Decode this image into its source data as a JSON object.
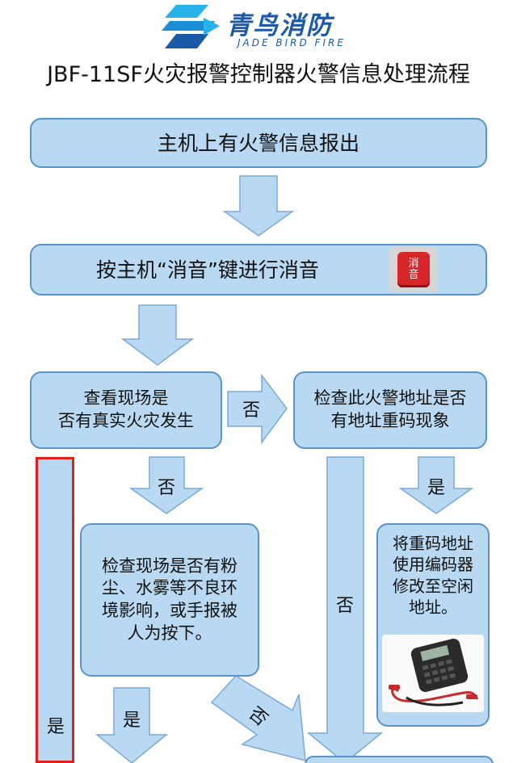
{
  "logo": {
    "brand_cn": "青鸟消防",
    "brand_en": "JADE BIRD FIRE",
    "colors": {
      "primary": "#1a5aa8",
      "accent": "#27b3e8"
    }
  },
  "page_title": "JBF-11SF火灾报警控制器火警信息处理流程",
  "steps": {
    "step1": "主机上有火警信息报出",
    "step2": "按主机“消音”键进行消音",
    "mute_key": "消\n音",
    "step3": "查看现场是\n否有真实火灾发生",
    "step4": "检查此火警地址是否\n有地址重码现象",
    "step5": "检查现场是否有粉\n尘、水雾等不良环\n境影响，或手报被\n人为按下。",
    "step6": "将重码地址\n使用编码器\n修改至空闲\n地址。"
  },
  "labels": {
    "no_right": "否",
    "no_down": "否",
    "yes_down": "是",
    "no_long": "否",
    "yes_left": "是",
    "yes_bottom": "是",
    "no_diag": "否"
  },
  "colors": {
    "box_fill": "#b9d9f3",
    "box_border": "#5a93c9",
    "arrow_fill": "#b9d9f3",
    "arrow_border": "#7aa9d6",
    "highlight": "#e0201a"
  }
}
